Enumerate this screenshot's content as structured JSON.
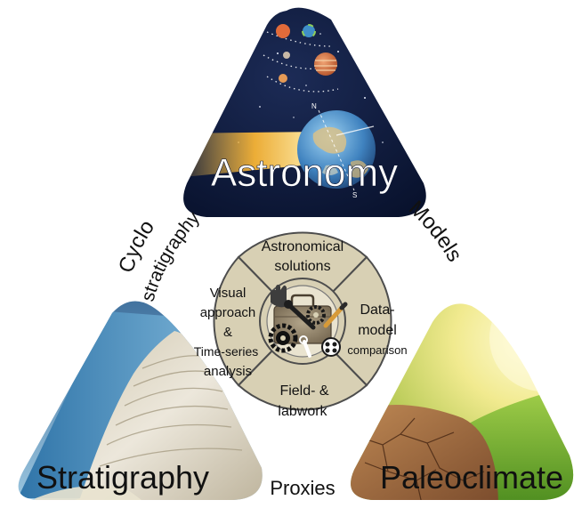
{
  "corners": {
    "top": {
      "label": "Astronomy"
    },
    "left": {
      "label": "Stratigraphy"
    },
    "right": {
      "label": "Paleoclimate"
    }
  },
  "edges": {
    "left_line1": "Cyclo",
    "left_line2": "stratigraphy",
    "right": "Models",
    "bottom": "Proxies"
  },
  "wheel": {
    "top": [
      "Astronomical",
      "solutions"
    ],
    "left": [
      "Visual",
      "approach",
      "&",
      "Time-series",
      "analysis"
    ],
    "right": [
      "Data-",
      "model",
      "comparison"
    ],
    "bottom": [
      "Field- &",
      "labwork"
    ]
  },
  "astro_labels": {
    "north": "N",
    "south": "S"
  },
  "icons": {
    "hub": "toolbox-icon",
    "gear": "gear-icon",
    "wrench": "wrench-icon",
    "pencil": "pencil-icon",
    "glove": "glove-icon"
  },
  "colors": {
    "wheel_fill": "#d8d0b4",
    "wheel_border": "#4d4d4d",
    "space_dark": "#0c1735",
    "earth_blue": "#5a9bd0",
    "rock_light": "#e3ddcc",
    "sea_blue": "#3d7fae",
    "grass_green": "#7fb33a",
    "sun_yellow": "#f4ee96",
    "cracked_soil": "#a36f45"
  }
}
